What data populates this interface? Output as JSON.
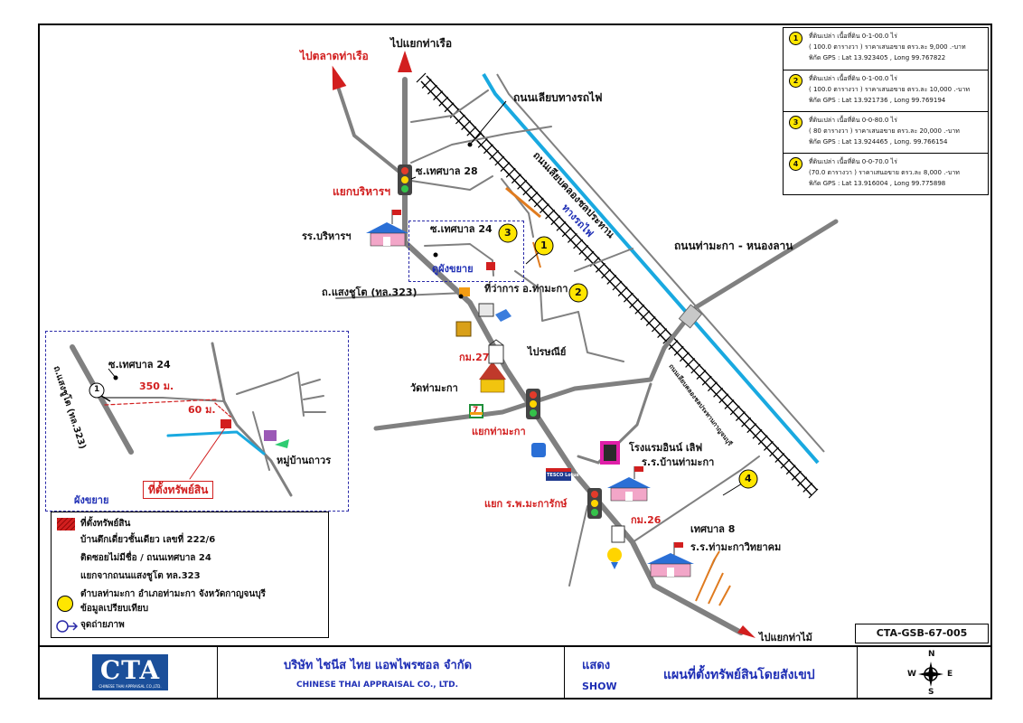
{
  "map": {
    "labels": {
      "to_port_market": "ไปตลาดท่าเรือ",
      "to_port_junction": "ไปแยกท่าเรือ",
      "rail_side_road": "ถนนเลียบทางรถไฟ",
      "soi_28": "ซ.เทศบาล 28",
      "borihan_junction": "แยกบริหารฯ",
      "canal_road": "ถนนเลียบคลองชลประทาน",
      "railway": "ทางรถไฟ",
      "soi_24": "ซ.เทศบาล 24",
      "borihan_school": "รร.บริหารฯ",
      "see_expand": "ดูผังขยาย",
      "saengchuto_road": "ถ.แสงชูโต (ทล.323)",
      "district_office": "ที่ว่าการ อ.ท่ามะกา",
      "thamaka_road": "ถนนท่ามะกา - หนองลาน",
      "post_office": "ไปรษณีย์",
      "km27": "กม.27",
      "wat_thamaka": "วัดท่ามะกา",
      "thamaka_junction": "แยกท่ามะกา",
      "hotel": "โรงแรมอินน์ เลิฟ",
      "ban_thamaka_school": "ร.ร.บ้านท่ามะกา",
      "canal_road_kanchanaburi": "ถนนเลียบคลองชลประทานกาญจนบุรี",
      "hospital_junction": "แยก ร.พ.มะการักษ์",
      "km26": "กม.26",
      "tessaban_8": "เทศบาล 8",
      "thamaka_witthayakhom": "ร.ร.ท่ามะกาวิทยาคม",
      "to_tha_mai": "ไปแยกท่าไม้",
      "seven_eleven": "7",
      "tesco": "TESCO Lotus"
    },
    "markers": [
      "1",
      "2",
      "3",
      "4"
    ],
    "inset": {
      "soi_24": "ซ.เทศบาล 24",
      "road_323": "ถ.แสงชูโต (ทล.323)",
      "dist_350": "350 ม.",
      "dist_60": "60 ม.",
      "village": "หมู่บ้านถาวร",
      "property_location": "ที่ตั้งทรัพย์สิน",
      "expanded_plan": "ผังขยาย",
      "photo_point": "1"
    },
    "colors": {
      "road": "#808080",
      "canal": "#19a9e0",
      "railway": "#000000",
      "property": "#d21f1f",
      "marker": "#ffe600",
      "label_red": "#d21f1f",
      "label_blue": "#1f2fb5"
    }
  },
  "comparables": [
    {
      "number": "1",
      "line1": "ที่ดินเปล่า  เนื้อที่ดิน 0-1-00.0 ไร่",
      "line2": "( 100.0 ตารางวา ) ราคาเสนอขาย ตรว.ละ 9,000 .-บาท",
      "line3": "พิกัด GPS : Lat 13.923405 , Long 99.767822"
    },
    {
      "number": "2",
      "line1": "ที่ดินเปล่า  เนื้อที่ดิน 0-1-00.0 ไร่",
      "line2": "( 100.0 ตารางวา ) ราคาเสนอขาย ตรว.ละ 10,000 .-บาท",
      "line3": "พิกัด GPS : Lat 13.921736 , Long 99.769194"
    },
    {
      "number": "3",
      "line1": "ที่ดินเปล่า  เนื้อที่ดิน 0-0-80.0 ไร่",
      "line2": "( 80 ตารางวา ) ราคาเสนอขาย ตรว.ละ 20,000 .-บาท",
      "line3": "พิกัด GPS : Lat 13.924465 , Long. 99.766154"
    },
    {
      "number": "4",
      "line1": "ที่ดินเปล่า  เนื้อที่ดิน 0-0-70.0 ไร่",
      "line2": "(70.0 ตารางวา ) ราคาเสนอขาย ตรว.ละ 8,000 .-บาท",
      "line3": "พิกัด GPS : Lat 13.916004 , Long 99.775898"
    }
  ],
  "legend": {
    "property_label": "ที่ตั้งทรัพย์สิน",
    "address1": "บ้านตึกเดี่ยวชั้นเดียว เลขที่ 222/6",
    "address2": "ติดซอยไม่มีชื่อ / ถนนเทศบาล 24",
    "address3": "แยกจากถนนแสงชูโต ทล.323",
    "address4": "ตำบลท่ามะกา อำเภอท่ามะกา จังหวัดกาญจนบุรี",
    "comparison_label": "ข้อมูลเปรียบเทียบ",
    "photo_label": "จุดถ่ายภาพ"
  },
  "code": "CTA-GSB-67-005",
  "footer": {
    "logo_text": "CTA",
    "logo_sub": "CHINESE THAI APPRAISAL CO.,LTD.",
    "company_th": "บริษัท ไชนีส ไทย แอพไพรซอล จำกัด",
    "company_en": "CHINESE THAI APPRAISAL CO., LTD.",
    "show_th": "แสดง",
    "show_en": "SHOW",
    "title": "แผนที่ตั้งทรัพย์สินโดยสังเขป",
    "compass_n": "N",
    "compass_s": "S",
    "compass_e": "E",
    "compass_w": "W"
  }
}
